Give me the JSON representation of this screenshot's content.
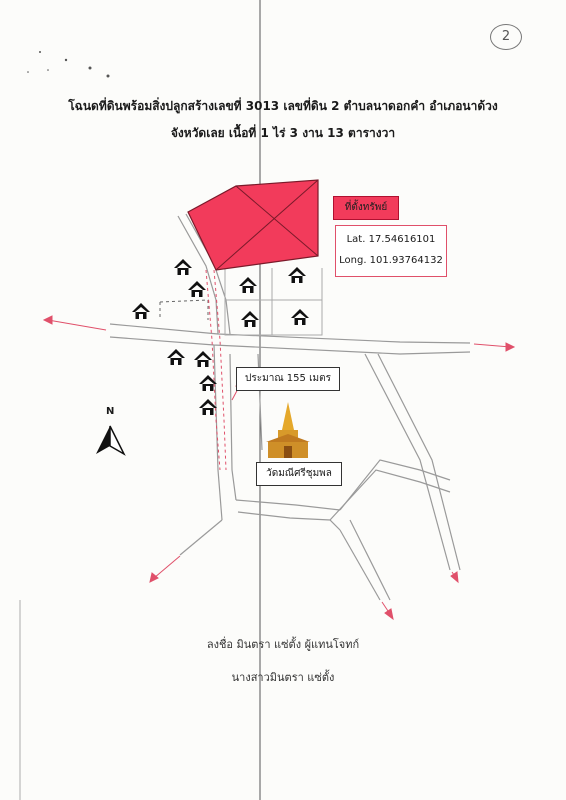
{
  "document": {
    "page_number": "2",
    "title_line1": "โฉนดที่ดินพร้อมสิ่งปลูกสร้างเลขที่ 3013 เลขที่ดิน 2 ตำบลนาดอกคำ อำเภอนาด้วง",
    "title_line2": "จังหวัดเลย  เนื้อที่ 1 ไร่ 3 งาน 13 ตารางวา"
  },
  "map": {
    "legend_label": "ที่ตั้งทรัพย์",
    "latitude": "Lat. 17.54616101",
    "longitude": "Long. 101.93764132",
    "distance_label": "ประมาณ 155 เมตร",
    "temple_label": "วัดมณีศรีชุมพล",
    "north_label": "N",
    "house_icon": "house-icon",
    "temple_icon": "temple-icon",
    "colors": {
      "property": "#f23b5b",
      "arrows": "#e0506a",
      "roads": "#9a9a9a"
    }
  },
  "signature": {
    "line1": "ลงชื่อ มินตรา แซ่ตั้ง ผู้แทนโจทก์",
    "line2": "นางสาวมินตรา แซ่ตั้ง"
  }
}
